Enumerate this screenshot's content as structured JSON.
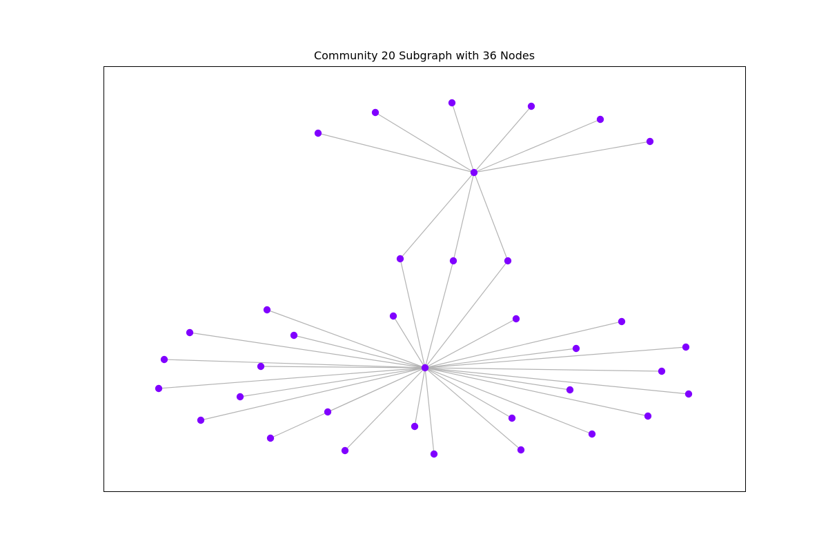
{
  "title": "Community 20 Subgraph with 36 Nodes",
  "colors": {
    "node": "#8000ff",
    "edge": "#b3b3b3",
    "frame": "#000000",
    "background": "#ffffff"
  },
  "graph": {
    "nodes": [
      {
        "id": "hub_top"
      },
      {
        "id": "hub_bottom"
      },
      {
        "id": "t1"
      },
      {
        "id": "t2"
      },
      {
        "id": "t3"
      },
      {
        "id": "t4"
      },
      {
        "id": "t5"
      },
      {
        "id": "t6"
      },
      {
        "id": "m1"
      },
      {
        "id": "m2"
      },
      {
        "id": "m3"
      },
      {
        "id": "b1"
      },
      {
        "id": "b2"
      },
      {
        "id": "b3"
      },
      {
        "id": "b4"
      },
      {
        "id": "b5"
      },
      {
        "id": "b6"
      },
      {
        "id": "b7"
      },
      {
        "id": "b8"
      },
      {
        "id": "b9"
      },
      {
        "id": "b10"
      },
      {
        "id": "b11"
      },
      {
        "id": "b12"
      },
      {
        "id": "b13"
      },
      {
        "id": "b14"
      },
      {
        "id": "b15"
      },
      {
        "id": "b16"
      },
      {
        "id": "b17"
      },
      {
        "id": "b18"
      },
      {
        "id": "b19"
      },
      {
        "id": "b20"
      },
      {
        "id": "b21"
      },
      {
        "id": "b22"
      },
      {
        "id": "b23"
      },
      {
        "id": "b24"
      },
      {
        "id": "b25"
      }
    ],
    "edges": [
      [
        "hub_top",
        "t1"
      ],
      [
        "hub_top",
        "t2"
      ],
      [
        "hub_top",
        "t3"
      ],
      [
        "hub_top",
        "t4"
      ],
      [
        "hub_top",
        "t5"
      ],
      [
        "hub_top",
        "t6"
      ],
      [
        "hub_top",
        "m1"
      ],
      [
        "hub_top",
        "m2"
      ],
      [
        "hub_top",
        "m3"
      ],
      [
        "hub_bottom",
        "m1"
      ],
      [
        "hub_bottom",
        "m2"
      ],
      [
        "hub_bottom",
        "m3"
      ],
      [
        "hub_bottom",
        "b1"
      ],
      [
        "hub_bottom",
        "b2"
      ],
      [
        "hub_bottom",
        "b3"
      ],
      [
        "hub_bottom",
        "b4"
      ],
      [
        "hub_bottom",
        "b5"
      ],
      [
        "hub_bottom",
        "b6"
      ],
      [
        "hub_bottom",
        "b7"
      ],
      [
        "hub_bottom",
        "b8"
      ],
      [
        "hub_bottom",
        "b9"
      ],
      [
        "hub_bottom",
        "b10"
      ],
      [
        "hub_bottom",
        "b11"
      ],
      [
        "hub_bottom",
        "b12"
      ],
      [
        "hub_bottom",
        "b13"
      ],
      [
        "hub_bottom",
        "b14"
      ],
      [
        "hub_bottom",
        "b15"
      ],
      [
        "hub_bottom",
        "b16"
      ],
      [
        "hub_bottom",
        "b17"
      ],
      [
        "hub_bottom",
        "b18"
      ],
      [
        "hub_bottom",
        "b19"
      ],
      [
        "hub_bottom",
        "b20"
      ],
      [
        "hub_bottom",
        "b21"
      ],
      [
        "hub_bottom",
        "b22"
      ],
      [
        "hub_bottom",
        "b23"
      ],
      [
        "hub_bottom",
        "b24"
      ],
      [
        "hub_bottom",
        "b25"
      ]
    ]
  }
}
